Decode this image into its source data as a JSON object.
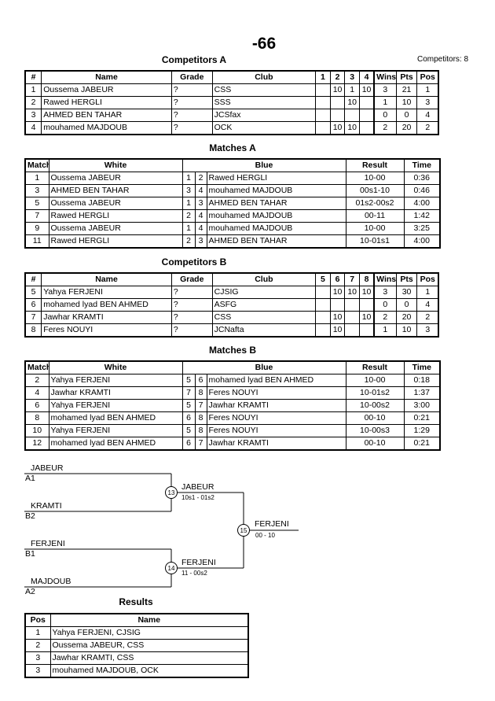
{
  "page": {
    "title": "-66",
    "competitors_count": "Competitors: 8"
  },
  "pool_a": {
    "heading": "Competitors A",
    "headers": [
      "#",
      "Name",
      "Grade",
      "Club",
      "1",
      "2",
      "3",
      "4",
      "Wins",
      "Pts",
      "Pos"
    ],
    "rows": [
      [
        "1",
        "Oussema JABEUR",
        "?",
        "CSS",
        "",
        "10",
        "1",
        "10",
        "3",
        "21",
        "1"
      ],
      [
        "2",
        "Rawed HERGLI",
        "?",
        "SSS",
        "",
        "",
        "10",
        "",
        "1",
        "10",
        "3"
      ],
      [
        "3",
        "AHMED BEN TAHAR",
        "?",
        "JCSfax",
        "",
        "",
        "",
        "",
        "0",
        "0",
        "4"
      ],
      [
        "4",
        "mouhamed MAJDOUB",
        "?",
        "OCK",
        "",
        "10",
        "10",
        "",
        "2",
        "20",
        "2"
      ]
    ]
  },
  "matches_a": {
    "heading": "Matches A",
    "headers": [
      "Match",
      "White",
      "Blue",
      "Result",
      "Time"
    ],
    "rows": [
      [
        "1",
        "Oussema JABEUR",
        "1",
        "2",
        "Rawed HERGLI",
        "10-00",
        "0:36"
      ],
      [
        "3",
        "AHMED BEN TAHAR",
        "3",
        "4",
        "mouhamed MAJDOUB",
        "00s1-10",
        "0:46"
      ],
      [
        "5",
        "Oussema JABEUR",
        "1",
        "3",
        "AHMED BEN TAHAR",
        "01s2-00s2",
        "4:00"
      ],
      [
        "7",
        "Rawed HERGLI",
        "2",
        "4",
        "mouhamed MAJDOUB",
        "00-11",
        "1:42"
      ],
      [
        "9",
        "Oussema JABEUR",
        "1",
        "4",
        "mouhamed MAJDOUB",
        "10-00",
        "3:25"
      ],
      [
        "11",
        "Rawed HERGLI",
        "2",
        "3",
        "AHMED BEN TAHAR",
        "10-01s1",
        "4:00"
      ]
    ]
  },
  "pool_b": {
    "heading": "Competitors B",
    "headers": [
      "#",
      "Name",
      "Grade",
      "Club",
      "5",
      "6",
      "7",
      "8",
      "Wins",
      "Pts",
      "Pos"
    ],
    "rows": [
      [
        "5",
        "Yahya FERJENI",
        "?",
        "CJSIG",
        "",
        "10",
        "10",
        "10",
        "3",
        "30",
        "1"
      ],
      [
        "6",
        "mohamed lyad BEN AHMED",
        "?",
        "ASFG",
        "",
        "",
        "",
        "",
        "0",
        "0",
        "4"
      ],
      [
        "7",
        "Jawhar KRAMTI",
        "?",
        "CSS",
        "",
        "10",
        "",
        "10",
        "2",
        "20",
        "2"
      ],
      [
        "8",
        "Feres NOUYI",
        "?",
        "JCNafta",
        "",
        "10",
        "",
        "",
        "1",
        "10",
        "3"
      ]
    ]
  },
  "matches_b": {
    "heading": "Matches B",
    "headers": [
      "Match",
      "White",
      "Blue",
      "Result",
      "Time"
    ],
    "rows": [
      [
        "2",
        "Yahya FERJENI",
        "5",
        "6",
        "mohamed lyad BEN AHMED",
        "10-00",
        "0:18"
      ],
      [
        "4",
        "Jawhar KRAMTI",
        "7",
        "8",
        "Feres NOUYI",
        "10-01s2",
        "1:37"
      ],
      [
        "6",
        "Yahya FERJENI",
        "5",
        "7",
        "Jawhar KRAMTI",
        "10-00s2",
        "3:00"
      ],
      [
        "8",
        "mohamed lyad BEN AHMED",
        "6",
        "8",
        "Feres NOUYI",
        "00-10",
        "0:21"
      ],
      [
        "10",
        "Yahya FERJENI",
        "5",
        "8",
        "Feres NOUYI",
        "10-00s3",
        "1:29"
      ],
      [
        "12",
        "mohamed lyad BEN AHMED",
        "6",
        "7",
        "Jawhar KRAMTI",
        "00-10",
        "0:21"
      ]
    ]
  },
  "bracket": {
    "semi1": {
      "top_name": "JABEUR",
      "top_seed": "A1",
      "bottom_name": "KRAMTI",
      "bottom_seed": "B2",
      "match": "13",
      "winner": "JABEUR",
      "score": "10s1 - 01s2"
    },
    "semi2": {
      "top_name": "FERJENI",
      "top_seed": "B1",
      "bottom_name": "MAJDOUB",
      "bottom_seed": "A2",
      "match": "14",
      "winner": "FERJENI",
      "score": "11 - 00s2"
    },
    "final": {
      "match": "15",
      "winner": "FERJENI",
      "score": "00 - 10"
    }
  },
  "results": {
    "heading": "Results",
    "headers": [
      "Pos",
      "Name"
    ],
    "rows": [
      [
        "1",
        "Yahya FERJENI, CJSIG"
      ],
      [
        "2",
        "Oussema JABEUR, CSS"
      ],
      [
        "3",
        "Jawhar KRAMTI, CSS"
      ],
      [
        "3",
        "mouhamed MAJDOUB, OCK"
      ]
    ]
  }
}
